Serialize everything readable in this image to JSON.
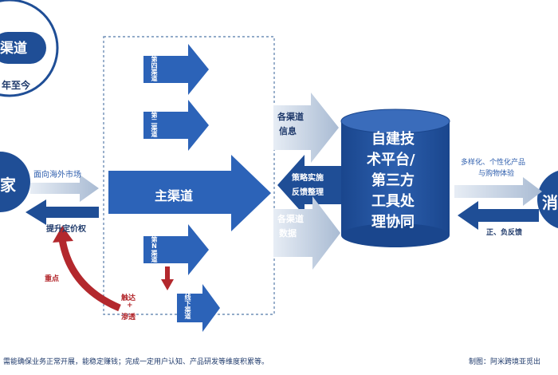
{
  "header": {
    "channel_label": "渠道",
    "period_label": "年至今"
  },
  "brand": {
    "label": "家"
  },
  "consumer": {
    "label": "消"
  },
  "main_channel": {
    "label": "主渠道"
  },
  "sub_channels": {
    "fourth": "第四渠道",
    "second": "第二渠道",
    "nth": "第N渠道",
    "offline": "线下渠道"
  },
  "arrows": {
    "overseas_market": "面向海外市场",
    "raise_pricing": "提升定价权",
    "key_point": "重点",
    "reach_penetrate_1": "触达",
    "reach_penetrate_plus": "+",
    "reach_penetrate_2": "渗透",
    "channel_info": [
      "各渠道",
      "信息"
    ],
    "strategy_feedback": [
      "策略实施",
      "反馈整理"
    ],
    "channel_data": [
      "各渠道",
      "数据"
    ],
    "diverse_experience": [
      "多样化、个性化产品",
      "与购物体验"
    ],
    "feedback": "正、负反馈"
  },
  "platform": {
    "lines": [
      "自建技",
      "术平台/",
      "第三方",
      "工具处",
      "理协同"
    ]
  },
  "footer": {
    "note": "需能确保业务正常开展，能稳定赚钱；完成一定用户认知、产品研发等维度积累等。",
    "credit": "制图：阿米跨境亚觅出"
  },
  "colors": {
    "dark_blue": "#1f4e96",
    "mid_blue": "#2f5fae",
    "grey_blue": "#6f8fb7",
    "light_grey_blue": "#9fb3cc",
    "red": "#b3282d"
  }
}
